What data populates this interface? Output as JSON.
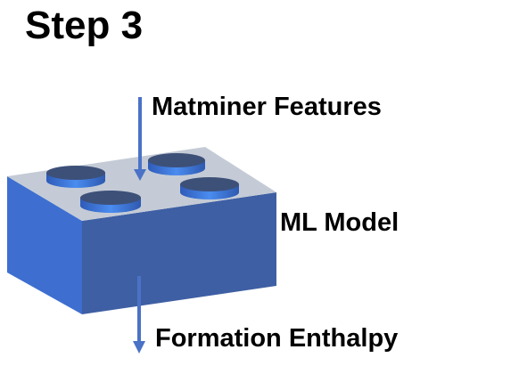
{
  "title": "Step 3",
  "input_label": "Matminer Features",
  "model_label": "ML Model",
  "output_label": "Formation Enthalpy",
  "colors": {
    "block_front": "#3e5fa3",
    "block_side": "#3e6fd0",
    "block_top": "#c4cbd6",
    "stud_top": "#3d5078",
    "stud_side": "#3f7be0",
    "arrow": "#4a72c6",
    "text": "#000000"
  },
  "icons": {
    "block": "lego-brick-icon",
    "input_arrow": "arrow-down-icon",
    "output_arrow": "arrow-down-icon"
  }
}
